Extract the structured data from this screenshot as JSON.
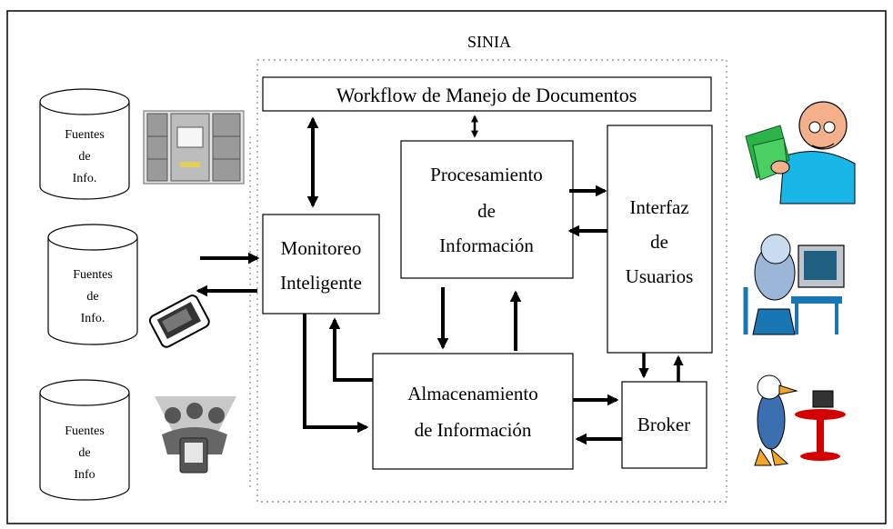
{
  "title": "SINIA",
  "boxes": {
    "workflow": "Workflow de Manejo de Documentos",
    "monitoreo": [
      "Monitoreo",
      "Inteligente"
    ],
    "procesamiento": [
      "Procesamiento",
      "de",
      "Información"
    ],
    "interfaz": [
      "Interfaz",
      "de",
      "Usuarios"
    ],
    "almacenamiento": [
      "Almacenamiento",
      "de Información"
    ],
    "broker": "Broker"
  },
  "sources": [
    {
      "lines": [
        "Fuentes",
        "de",
        "Info."
      ]
    },
    {
      "lines": [
        "Fuentes",
        "de",
        "Info."
      ]
    },
    {
      "lines": [
        "Fuentes",
        "de",
        "Info"
      ]
    }
  ],
  "icons": [
    "filing-cabinet-icon",
    "pda-icon",
    "meeting-people-icon",
    "person-with-money-icon",
    "person-at-computer-icon",
    "duck-at-computer-icon"
  ],
  "colors": {
    "line": "#000000",
    "money": "#2db34a",
    "shirt": "#19b6e8",
    "skin": "#f3b08a",
    "monitor": "#1f5f80",
    "stand": "#d40000",
    "cabinet": "#9a9a9a"
  }
}
